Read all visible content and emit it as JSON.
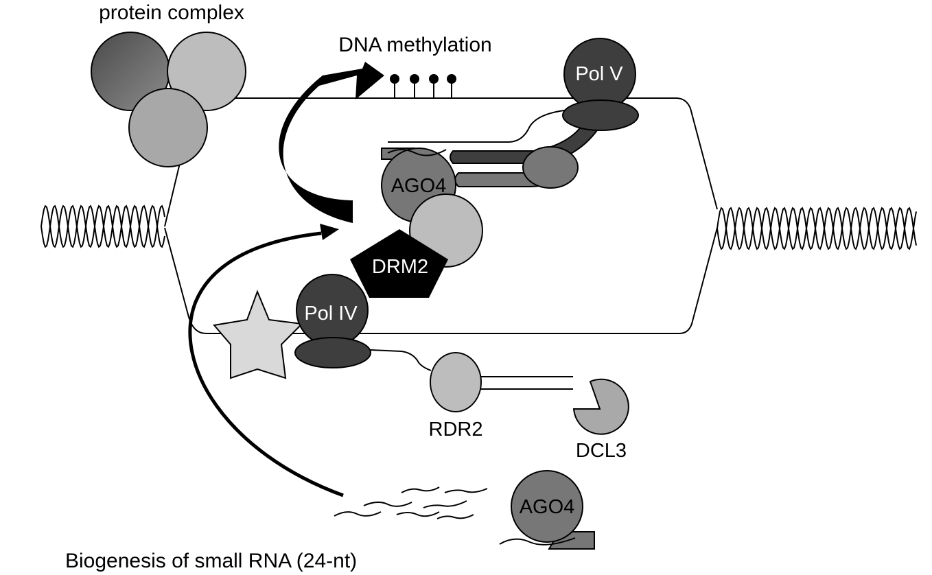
{
  "labels": {
    "protein_complex": "protein complex",
    "dna_methylation": "DNA methylation",
    "pol_v": "Pol V",
    "ago4_bound": "AGO4",
    "drm2": "DRM2",
    "pol_iv": "Pol IV",
    "rdr2": "RDR2",
    "dcl3": "DCL3",
    "ago4_free": "AGO4",
    "biogenesis": "Biogenesis of small RNA (24-nt)"
  },
  "colors": {
    "dark": "#3e3e3e",
    "dark_gradient_end": "#8a8a8a",
    "mid": "#777777",
    "light": "#bdbdbd",
    "lighter": "#d9d9d9",
    "dcl3": "#a9a9a9",
    "black": "#000000",
    "background": "#ffffff"
  },
  "icons": {
    "star": "star-shape",
    "pentagon": "pentagon-shape",
    "methyl_marks": "lollipop-marks"
  }
}
